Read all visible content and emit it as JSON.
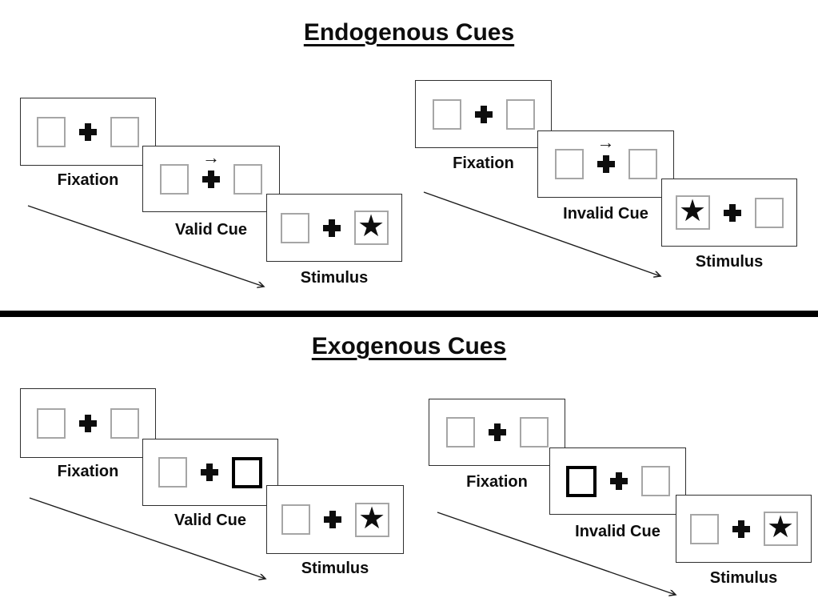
{
  "colors": {
    "background": "#ffffff",
    "panel_border": "#2f2f2f",
    "box_border": "#a6a6a6",
    "cue_highlight_border": "#000000",
    "symbol": "#0d0d0d",
    "divider": "#000000"
  },
  "icons": {
    "star": "★",
    "cue_arrow": "→"
  },
  "sections": [
    {
      "title": "Endogenous Cues",
      "groups": [
        {
          "name": "valid",
          "steps": [
            {
              "label": "Fixation",
              "content": "two empty boxes with central cross"
            },
            {
              "label": "Valid Cue",
              "content": "central arrow pointing right above cross"
            },
            {
              "label": "Stimulus",
              "content": "star in right box"
            }
          ]
        },
        {
          "name": "invalid",
          "steps": [
            {
              "label": "Fixation",
              "content": "two empty boxes with central cross"
            },
            {
              "label": "Invalid Cue",
              "content": "central arrow pointing right above cross"
            },
            {
              "label": "Stimulus",
              "content": "star in left box"
            }
          ]
        }
      ]
    },
    {
      "title": "Exogenous Cues",
      "groups": [
        {
          "name": "valid",
          "steps": [
            {
              "label": "Fixation",
              "content": "two empty boxes with central cross"
            },
            {
              "label": "Valid Cue",
              "content": "right box highlighted with bold border"
            },
            {
              "label": "Stimulus",
              "content": "star in right box"
            }
          ]
        },
        {
          "name": "invalid",
          "steps": [
            {
              "label": "Fixation",
              "content": "two empty boxes with central cross"
            },
            {
              "label": "Invalid Cue",
              "content": "left box highlighted with bold border"
            },
            {
              "label": "Stimulus",
              "content": "star in right box"
            }
          ]
        }
      ]
    }
  ]
}
